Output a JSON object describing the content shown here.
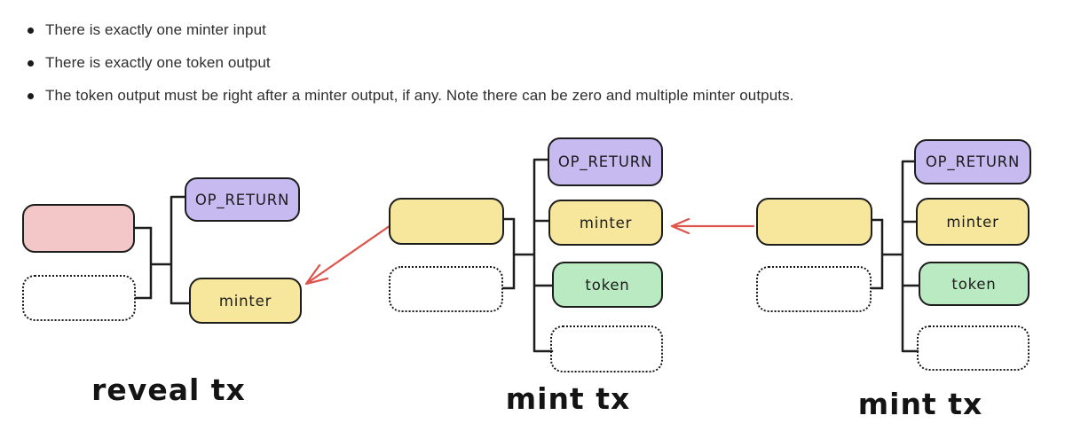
{
  "bullets": [
    "There is exactly one minter input",
    "There is exactly one token output",
    "The token output must be right after a minter output, if any. Note there can be zero and multiple minter outputs."
  ],
  "colors": {
    "box_border": "#1d1d1d",
    "pink_fill": "#f3c7c7",
    "purple_fill": "#c7baf1",
    "yellow_fill": "#f6e79c",
    "green_fill": "#b9eac1",
    "arrow_red": "#dd544c",
    "bullet_text": "#2e2e2e"
  },
  "diagrams": [
    {
      "label": "reveal tx",
      "inputs": [
        {
          "kind": "commit-input",
          "style": "pink-filled",
          "label": ""
        },
        {
          "kind": "optional-input",
          "style": "dotted",
          "label": ""
        }
      ],
      "outputs": [
        {
          "label": "OP_RETURN",
          "style": "purple"
        },
        {
          "label": "minter",
          "style": "yellow"
        }
      ]
    },
    {
      "label": "mint tx",
      "inputs": [
        {
          "kind": "minter-input",
          "style": "yellow-filled",
          "label": ""
        },
        {
          "kind": "optional-input",
          "style": "dotted",
          "label": ""
        }
      ],
      "outputs": [
        {
          "label": "OP_RETURN",
          "style": "purple"
        },
        {
          "label": "minter",
          "style": "yellow"
        },
        {
          "label": "token",
          "style": "green"
        },
        {
          "label": "",
          "style": "dotted"
        }
      ]
    },
    {
      "label": "mint tx",
      "inputs": [
        {
          "kind": "minter-input",
          "style": "yellow-filled",
          "label": ""
        },
        {
          "kind": "optional-input",
          "style": "dotted",
          "label": ""
        }
      ],
      "outputs": [
        {
          "label": "OP_RETURN",
          "style": "purple"
        },
        {
          "label": "minter",
          "style": "yellow"
        },
        {
          "label": "token",
          "style": "green"
        },
        {
          "label": "",
          "style": "dotted"
        }
      ]
    }
  ],
  "arrows": [
    {
      "name": "mint1-input-spends-reveal-minter",
      "color": "#dd544c"
    },
    {
      "name": "mint2-input-spends-mint1-minter",
      "color": "#dd544c"
    }
  ]
}
